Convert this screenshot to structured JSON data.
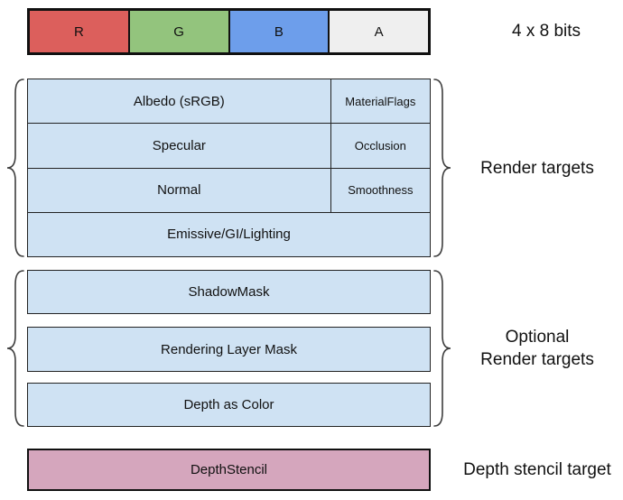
{
  "format_bar": {
    "channels": [
      {
        "label": "R",
        "color": "#dc5f5c"
      },
      {
        "label": "G",
        "color": "#93c47d"
      },
      {
        "label": "B",
        "color": "#6d9eeb"
      },
      {
        "label": "A",
        "color": "#efefef"
      }
    ],
    "bits_label": "4 x 8 bits"
  },
  "render_targets": {
    "label": "Render targets",
    "fill": "#cfe2f3",
    "rows": [
      {
        "main": "Albedo (sRGB)",
        "alpha": "MaterialFlags"
      },
      {
        "main": "Specular",
        "alpha": "Occlusion"
      },
      {
        "main": "Normal",
        "alpha": "Smoothness"
      },
      {
        "main": "Emissive/GI/Lighting"
      }
    ]
  },
  "optional_targets": {
    "label_line1": "Optional",
    "label_line2": "Render targets",
    "fill": "#cfe2f3",
    "items": [
      {
        "label": "ShadowMask"
      },
      {
        "label": "Rendering Layer Mask"
      },
      {
        "label": "Depth as Color"
      }
    ]
  },
  "depth_stencil": {
    "box_label": "DepthStencil",
    "fill": "#d5a6bd",
    "label": "Depth stencil target"
  }
}
